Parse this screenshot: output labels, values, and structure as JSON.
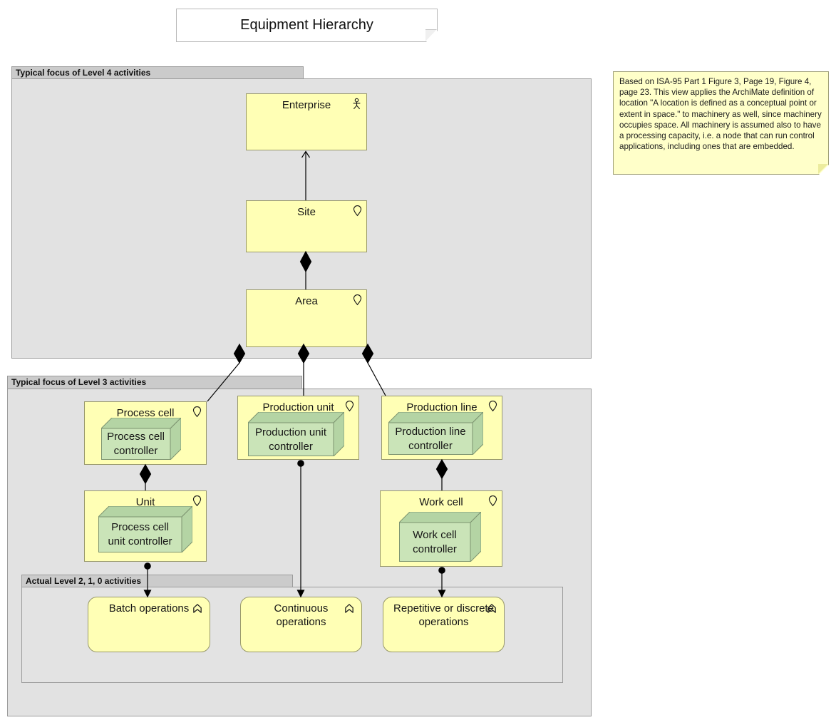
{
  "title": "Equipment Hierarchy",
  "note": {
    "text": "Based on ISA-95 Part 1 Figure 3, Page 19, Figure 4, page 23. This view applies the ArchiMate definition of location \"A location is defined as a conceptual point or extent in space.\" to machinery as well, since machinery occupies space. All machinery is assumed also to have a processing capacity, i.e. a node that can run control applications, including ones that are embedded."
  },
  "groups": {
    "level4": {
      "label": "Typical focus of Level 4 activities"
    },
    "level3": {
      "label": "Typical focus of Level 3 activities"
    },
    "level210": {
      "label": "Actual Level 2, 1, 0 activities"
    }
  },
  "elements": {
    "enterprise": {
      "label": "Enterprise",
      "icon": "business-actor-icon"
    },
    "site": {
      "label": "Site",
      "icon": "location-pin-icon"
    },
    "area": {
      "label": "Area",
      "icon": "location-pin-icon"
    },
    "process_cell": {
      "label": "Process cell",
      "icon": "location-pin-icon"
    },
    "production_unit": {
      "label": "Production unit",
      "icon": "location-pin-icon"
    },
    "production_line": {
      "label": "Production line",
      "icon": "location-pin-icon"
    },
    "unit": {
      "label": "Unit",
      "icon": "location-pin-icon"
    },
    "work_cell": {
      "label": "Work cell",
      "icon": "location-pin-icon"
    },
    "batch_operations": {
      "label": "Batch operations",
      "icon": "process-chevron-icon"
    },
    "continuous_operations": {
      "label": "Continuous operations",
      "icon": "process-chevron-icon"
    },
    "repetitive_operations": {
      "label": "Repetitive or discrete operations",
      "icon": "process-chevron-icon"
    }
  },
  "nodes": {
    "process_cell_controller": {
      "label": "Process cell controller"
    },
    "production_unit_controller": {
      "label": "Production unit controller"
    },
    "production_line_controller": {
      "label": "Production line controller"
    },
    "process_cell_unit_controller": {
      "label": "Process cell unit controller"
    },
    "work_cell_controller": {
      "label": "Work cell controller"
    }
  },
  "relationships": [
    "Site -> Enterprise (open arrow)",
    "Site composes Area",
    "Area composes Process cell",
    "Area composes Production unit",
    "Area composes Production line",
    "Process cell composes Unit",
    "Production line composes Work cell",
    "Unit assigned-to Batch operations",
    "Production unit assigned-to Continuous operations",
    "Work cell assigned-to Repetitive or discrete operations"
  ],
  "colors": {
    "element_fill": "#ffffb5",
    "element_border": "#98986a",
    "node_front_fill": "#cae4b8",
    "node_side_fill": "#b4d4a4",
    "node_border": "#7d9471",
    "group_fill": "#e2e2e2",
    "group_tab_fill": "#cbcbcb",
    "group_border": "#9b9b9b",
    "note_fill": "#ffffc9",
    "connector": "#000000"
  }
}
